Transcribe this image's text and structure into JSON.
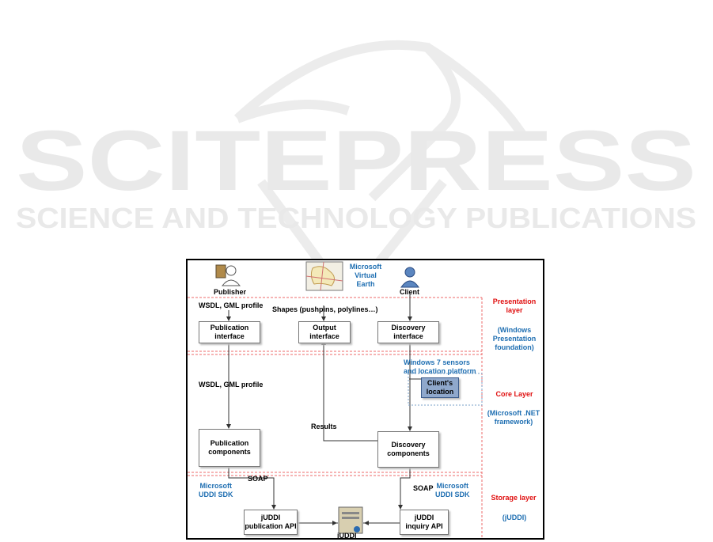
{
  "watermark": {
    "title": "SCITEPRESS",
    "subtitle": "SCIENCE AND TECHNOLOGY PUBLICATIONS"
  },
  "actors": {
    "publisher": "Publisher",
    "client": "Client",
    "map_line1": "Microsoft",
    "map_line2": "Virtual",
    "map_line3": "Earth"
  },
  "labels": {
    "wsdl_top": "WSDL, GML profile",
    "shapes": "Shapes (pushpins, polylines…)",
    "wsdl_mid": "WSDL, GML profile",
    "win7_line1": "Windows 7 sensors",
    "win7_line2": "and location platform",
    "results": "Results",
    "soap_left": "SOAP",
    "soap_right": "SOAP",
    "uddi_left_1": "Microsoft",
    "uddi_left_2": "UDDI SDK",
    "uddi_right_1": "Microsoft",
    "uddi_right_2": "UDDI SDK",
    "juddi_server": "jUDDI"
  },
  "boxes": {
    "pub_interface_1": "Publication",
    "pub_interface_2": "interface",
    "out_interface_1": "Output",
    "out_interface_2": "interface",
    "disc_interface_1": "Discovery",
    "disc_interface_2": "interface",
    "client_loc_1": "Client's",
    "client_loc_2": "location",
    "pub_comp_1": "Publication",
    "pub_comp_2": "components",
    "disc_comp_1": "Discovery",
    "disc_comp_2": "components",
    "pub_api_1": "jUDDI",
    "pub_api_2": "publication API",
    "inq_api_1": "jUDDI",
    "inq_api_2": "inquiry API"
  },
  "layers": {
    "presentation_1": "Presentation",
    "presentation_2": "layer",
    "presentation_tech_1": "(Windows",
    "presentation_tech_2": "Presentation",
    "presentation_tech_3": "foundation)",
    "core": "Core Layer",
    "core_tech_1": "(Microsoft .NET",
    "core_tech_2": "framework)",
    "storage": "Storage layer",
    "storage_tech": "(jUDDI)"
  },
  "colors": {
    "layer_title": "#e01010",
    "tech_note": "#1f6fb2",
    "watermark": "#e9e9e9",
    "client_box": "#8fa8cc"
  }
}
